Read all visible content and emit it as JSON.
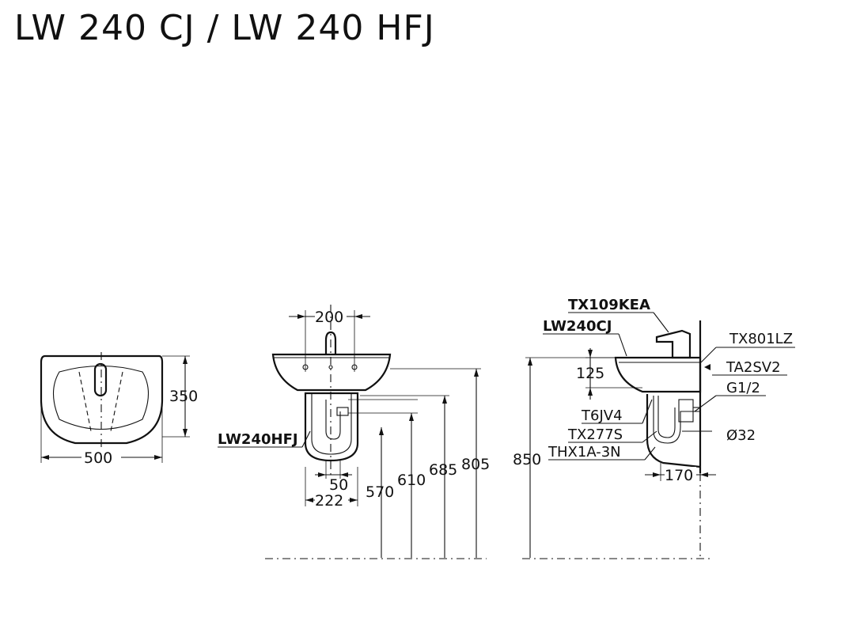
{
  "title": "LW 240 CJ / LW 240 HFJ",
  "top_view": {
    "width_label": "500",
    "depth_label": "350"
  },
  "front_view": {
    "faucet_spacing_label": "200",
    "pedestal_label": "LW240HFJ",
    "drain_offset_label": "50",
    "pedestal_width_label": "222",
    "heights": [
      "570",
      "610",
      "685",
      "805"
    ]
  },
  "side_view": {
    "faucet_label": "TX109KEA",
    "basin_label": "LW240CJ",
    "basin_depth_label": "125",
    "total_height_label": "850",
    "wall_offset_label": "170",
    "parts_right": [
      "TX801LZ",
      "TA2SV2",
      "G1/2",
      "Ø32"
    ],
    "parts_left": [
      "T6JV4",
      "TX277S",
      "THX1A-3N"
    ]
  }
}
